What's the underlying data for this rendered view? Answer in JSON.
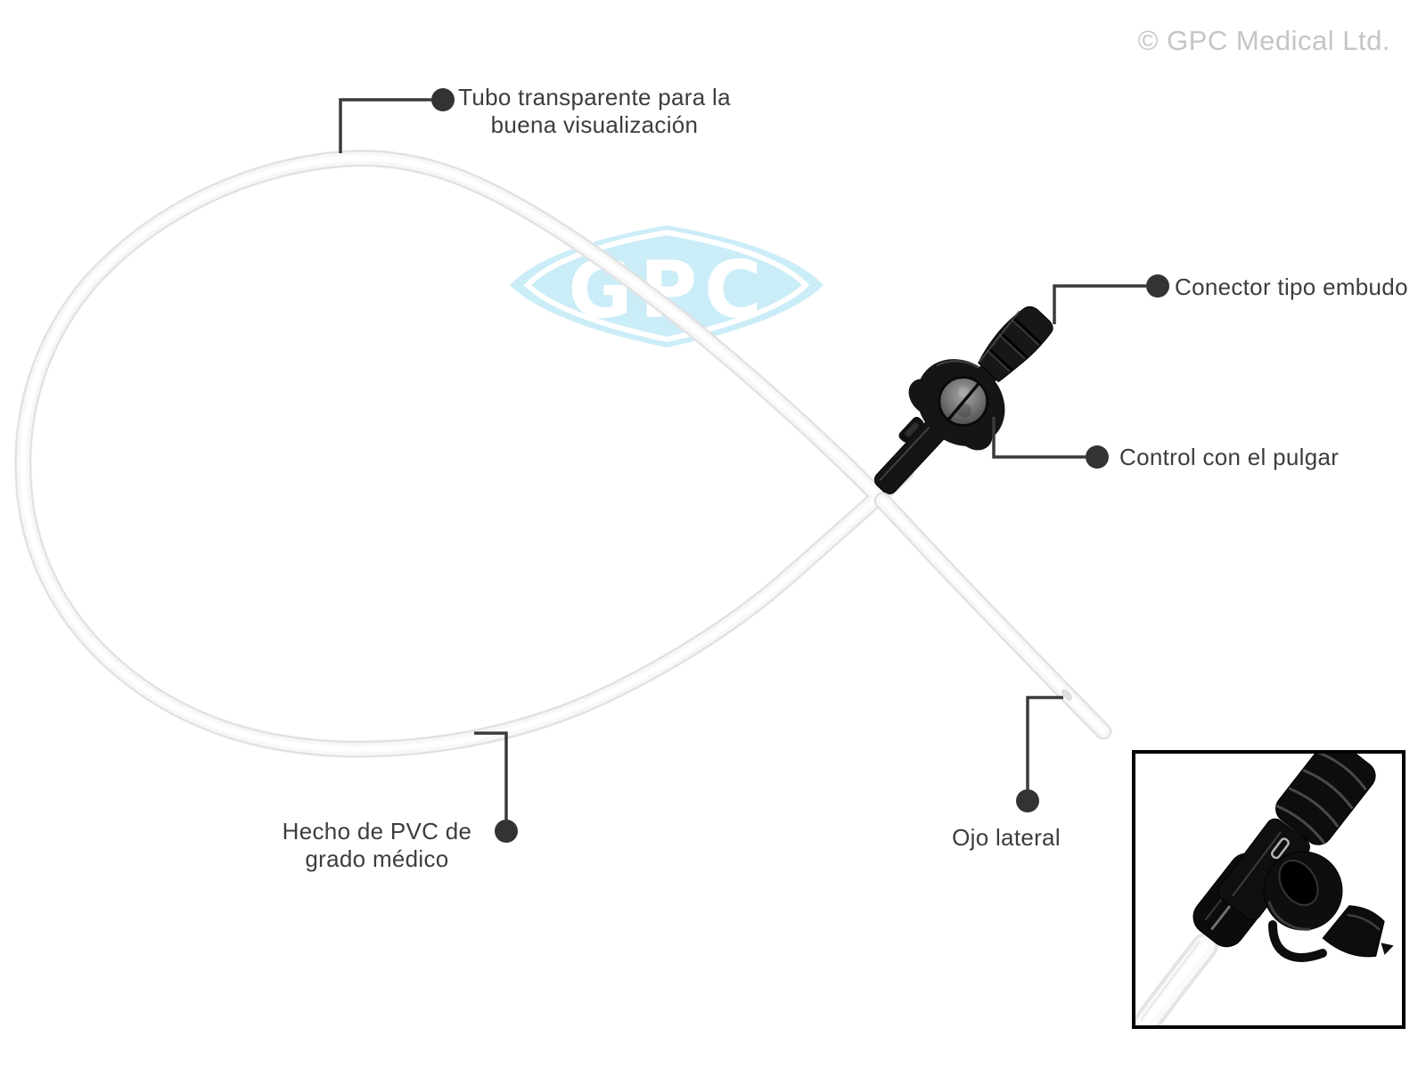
{
  "watermark": {
    "text": "© GPC Medical Ltd."
  },
  "logo": {
    "text": "GPC",
    "fill": "#cbedf7",
    "text_color": "#ffffff"
  },
  "annotations": {
    "tube": {
      "line1": "Tubo transparente para la",
      "line2": "buena visualización"
    },
    "funnel_connector": {
      "label": "Conector tipo embudo"
    },
    "thumb_control": {
      "label": "Control con el pulgar"
    },
    "side_eye": {
      "label": "Ojo lateral"
    },
    "material": {
      "line1": "Hecho de PVC de",
      "line2": "grado médico"
    }
  },
  "colors": {
    "background": "#ffffff",
    "label_text": "#3d3d3d",
    "leader_line": "#3a3a3a",
    "leader_dot": "#333333",
    "watermark_text": "#c5c5c5",
    "tube_edge": "#e2e2e2",
    "tube_body": "#f8f8f8",
    "connector_black": "#151515",
    "valve_disc_gray": "#8a8a8a"
  }
}
